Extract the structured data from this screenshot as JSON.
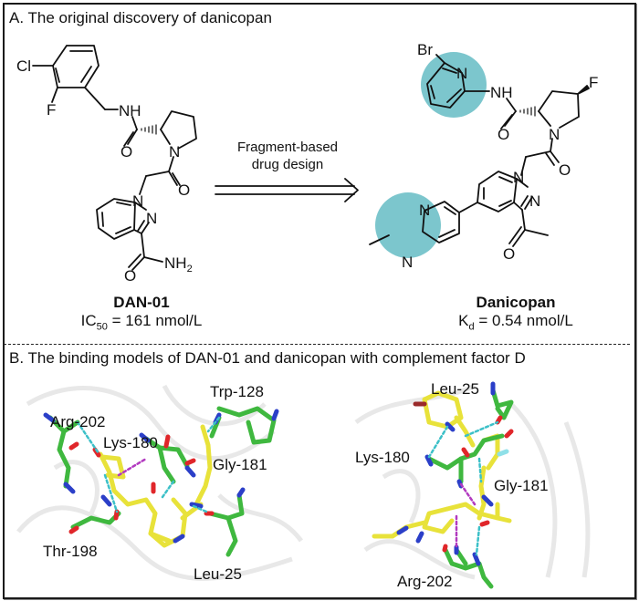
{
  "panel_a": {
    "title": "A. The original discovery of danicopan",
    "arrow_label_line1": "Fragment-based",
    "arrow_label_line2": "drug design",
    "compound_1": {
      "name": "DAN-01",
      "metric_prefix": "IC",
      "metric_sub": "50",
      "metric_value": " = 161 nmol/L",
      "atoms": {
        "cl": "Cl",
        "f": "F",
        "nh": "NH",
        "o1": "O",
        "n_pro": "N",
        "o2": "O",
        "n1": "N",
        "n2": "N",
        "o3": "O",
        "nh2": "NH",
        "nh2_sub": "2"
      }
    },
    "compound_2": {
      "name": "Danicopan",
      "metric_prefix": "K",
      "metric_sub": "d",
      "metric_value": " = 0.54 nmol/L",
      "atoms": {
        "br": "Br",
        "n_py": "N",
        "nh": "NH",
        "f": "F",
        "o1": "O",
        "n_pro": "N",
        "o2": "O",
        "n1": "N",
        "n2": "N",
        "o3": "O",
        "n_pym1": "N",
        "n_pym2": "N"
      },
      "highlight_color": "#5bb8c0"
    }
  },
  "panel_b": {
    "title": "B. The binding models of DAN-01 and danicopan with complement factor D",
    "left_model": {
      "residues": [
        "Trp-128",
        "Arg-202",
        "Lys-180",
        "Gly-181",
        "Thr-198",
        "Leu-25"
      ]
    },
    "right_model": {
      "residues": [
        "Leu-25",
        "Lys-180",
        "Gly-181",
        "Arg-202"
      ]
    },
    "colors": {
      "ligand_carbon": "#e8e23a",
      "protein_carbon": "#3fb83f",
      "nitrogen": "#2b3fc8",
      "oxygen": "#e0262a",
      "fluorine": "#8fe0e8",
      "bromine": "#9a2a2a",
      "hbond": "#3cc0c8",
      "pi_interaction": "#b23ac0"
    }
  }
}
